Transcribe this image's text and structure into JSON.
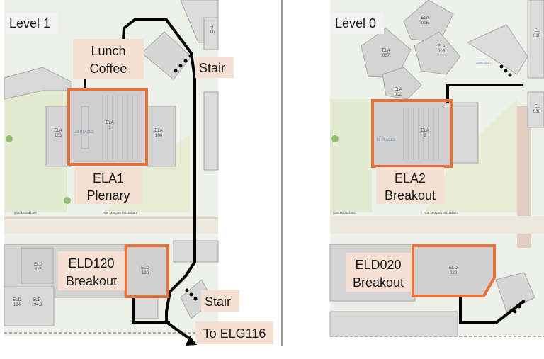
{
  "left_panel": {
    "level_label": "Level 1",
    "labels": {
      "lunch": "Lunch",
      "coffee": "Coffee",
      "stair_top": "Stair",
      "stair_bottom": "Stair",
      "ela1_line1": "ELA1",
      "ela1_line2": "Plenary",
      "eld120_line1": "ELD120",
      "eld120_line2": "Breakout",
      "to_elg116": "To ELG116"
    },
    "rooms": {
      "ela1_small": "ELA\n1",
      "ela1_places": "122 PLACES",
      "ela103": "ELA\n103",
      "ela100": "ELA\n100",
      "eld115": "ELD\n115",
      "eld124": "ELD\n124",
      "eld1949": "ELD\n194.9",
      "eld120_small": "ELD\n120",
      "right_edge": "ELI\n11("
    },
    "street": "Rue Maryam Mirzakhani",
    "street_left": "yam Mirzakhani"
  },
  "right_panel": {
    "level_label": "Level 0",
    "labels": {
      "ela2_line1": "ELA2",
      "ela2_line2": "Breakout",
      "eld020_line1": "ELD020",
      "eld020_line2": "Breakout"
    },
    "rooms": {
      "ela006": "ELA\n006",
      "ela007": "ELA\n007",
      "ela005": "ELA\n005",
      "ela002": "ELA\n002",
      "ela2_small": "ELA\n2",
      "ela2_places": "66 PLACES",
      "eld020_small": "ELD\n020",
      "right_edge_top": "EL\n010",
      "right_edge_mid": "EL\n030",
      "range": "2000-2027"
    },
    "street": "Rue Maryam Mirzakhani",
    "street_left": "yam Mirzakhani"
  },
  "colors": {
    "highlight_orange": "#e8713a",
    "label_bg": "#f6e0d3",
    "route_black": "#000000",
    "room_gray": "#d4d4d4",
    "green_area": "#e8ecd4"
  }
}
